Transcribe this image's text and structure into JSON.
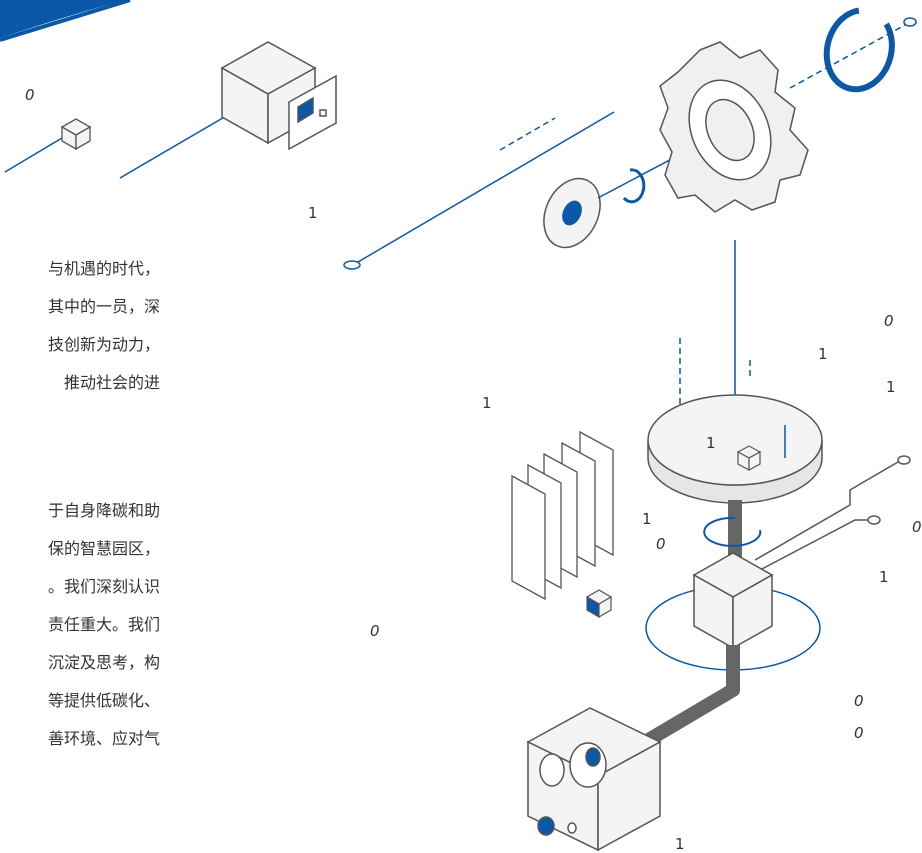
{
  "paragraphs": [
    {
      "lines": [
        "与机遇的时代，",
        "其中的一员，深",
        "技创新为动力，",
        "推动社会的进"
      ]
    },
    {
      "lines": [
        "于自身降碳和助",
        "保的智慧园区，",
        "。我们深刻认识",
        "责任重大。我们",
        "沉淀及思考，构",
        "等提供低碳化、",
        "善环境、应对气"
      ]
    }
  ],
  "digits": [
    {
      "text": "0",
      "italic": true
    },
    {
      "text": "1",
      "italic": false
    },
    {
      "text": "1",
      "italic": false
    },
    {
      "text": "0",
      "italic": true
    },
    {
      "text": "1",
      "italic": false
    },
    {
      "text": "1",
      "italic": false
    },
    {
      "text": "1",
      "italic": false
    },
    {
      "text": "1",
      "italic": false
    },
    {
      "text": "0",
      "italic": true
    },
    {
      "text": "0",
      "italic": true
    },
    {
      "text": "1",
      "italic": false
    },
    {
      "text": "0",
      "italic": true
    },
    {
      "text": "0",
      "italic": true
    },
    {
      "text": "0",
      "italic": true
    },
    {
      "text": "1",
      "italic": false
    }
  ],
  "colors": {
    "accent": "#0b57a8",
    "line": "#555555",
    "fill": "#f0f0f0",
    "text": "#333333"
  }
}
